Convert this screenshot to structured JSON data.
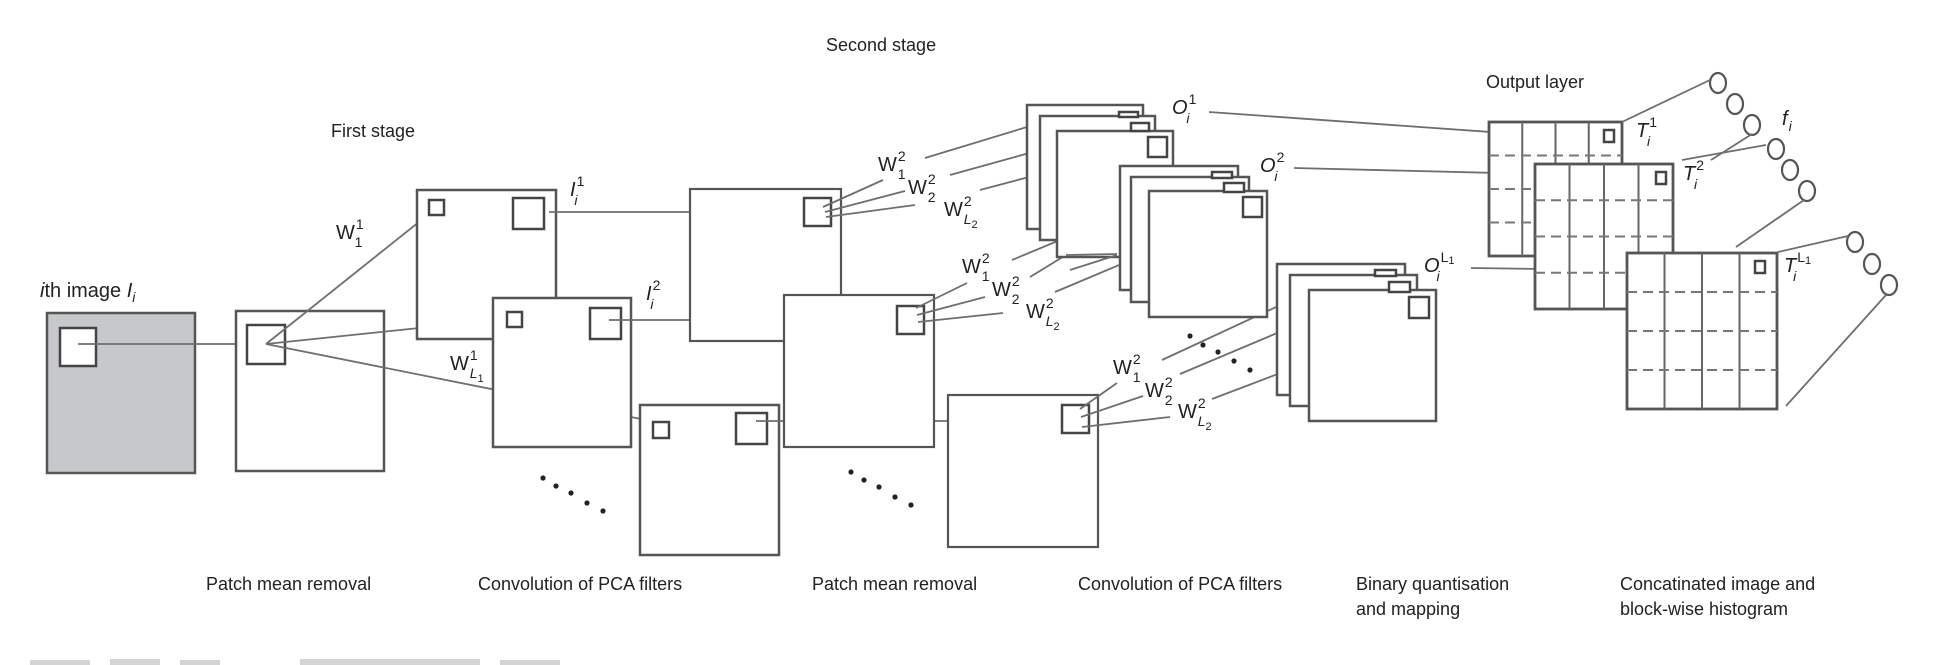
{
  "stages": {
    "first_stage": "First stage",
    "second_stage": "Second stage",
    "output_layer": "Output layer"
  },
  "input": {
    "label_prefix": "i",
    "label_text": "th image ",
    "label_var": "I",
    "label_sub": "i"
  },
  "filters": {
    "W": "W",
    "stage1_sup": "1",
    "stage2_sup": "2",
    "idx1": "1",
    "idx2": "2",
    "idxL": "L",
    "L1_sub": "1",
    "L2_sub": "2"
  },
  "feature_maps": {
    "I": "I",
    "i": "i",
    "sup1": "1",
    "sup2": "2",
    "supL": "L",
    "supL_sub": "1"
  },
  "outputs": {
    "O": "O",
    "i": "i",
    "sup1": "1",
    "sup2": "2",
    "supL": "L",
    "supL_sub": "1"
  },
  "histograms": {
    "T": "T",
    "i": "i",
    "sup1": "1",
    "sup2": "2",
    "supL": "L",
    "supL_sub": "1"
  },
  "feature_vector": {
    "f": "f",
    "sub": "i"
  },
  "step_labels": [
    {
      "line1": "Patch mean removal",
      "line2": ""
    },
    {
      "line1": "Convolution of PCA filters",
      "line2": ""
    },
    {
      "line1": "Patch mean removal",
      "line2": ""
    },
    {
      "line1": "Convolution of PCA filters",
      "line2": ""
    },
    {
      "line1": "Binary quantisation",
      "line2": "and mapping"
    },
    {
      "line1": "Concatinated image and",
      "line2": "block-wise histogram"
    }
  ]
}
